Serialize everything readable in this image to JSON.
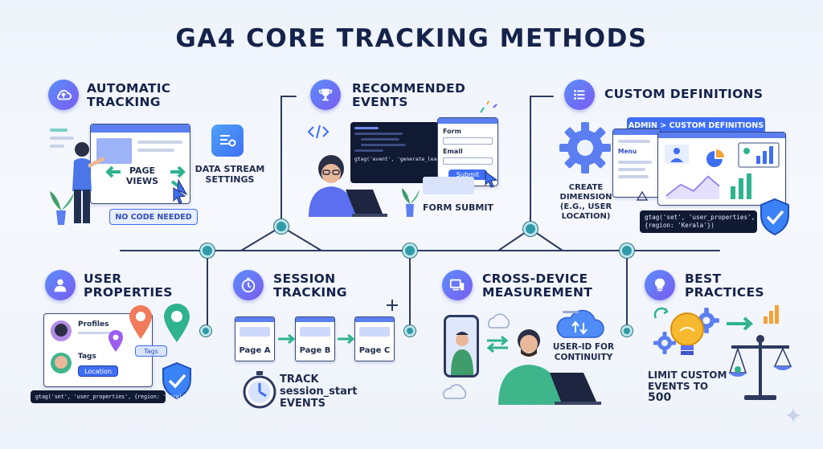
{
  "title": "GA4 CORE TRACKING METHODS",
  "sections": {
    "automatic": {
      "title_line1": "AUTOMATIC",
      "title_line2": "TRACKING",
      "page_views_line1": "PAGE",
      "page_views_line2": "VIEWS",
      "data_stream_line1": "DATA STREAM",
      "data_stream_line2": "SETTINGS",
      "no_code": "NO CODE NEEDED"
    },
    "recommended": {
      "title_line1": "RECOMMENDED",
      "title_line2": "EVENTS",
      "code_snippet": "gtag('event', 'generate_lead')",
      "form_label": "Form",
      "email_label": "Email",
      "submit_label": "Submit",
      "form_submit": "FORM SUBMIT"
    },
    "custom": {
      "title": "CUSTOM DEFINITIONS",
      "admin_path": "ADMIN > CUSTOM DEFINITIONS",
      "menu_label": "Menu",
      "create_dimension_line1": "CREATE",
      "create_dimension_line2": "DIMENSION",
      "create_dimension_line3": "(E.G., USER",
      "create_dimension_line4": "LOCATION)",
      "code_line1": "gtag('set', 'user_properties',",
      "code_line2": "{region: 'Kerala'})"
    },
    "user_properties": {
      "title_line1": "USER",
      "title_line2": "PROPERTIES",
      "profiles_label": "Profiles",
      "tags_label": "Tags",
      "tags_chip": "Tags",
      "location_chip": "Location",
      "code": "gtag('set', 'user_properties', {region: 'Kerala'})"
    },
    "session": {
      "title_line1": "SESSION",
      "title_line2": "TRACKING",
      "page_a": "Page A",
      "page_b": "Page B",
      "page_c": "Page C",
      "track_line1": "TRACK",
      "track_line2": "session_start",
      "track_line3": "EVENTS"
    },
    "cross_device": {
      "title_line1": "CROSS-DEVICE",
      "title_line2": "MEASUREMENT",
      "user_id_line1": "USER-ID FOR",
      "user_id_line2": "CONTINUITY"
    },
    "best_practices": {
      "title_line1": "BEST",
      "title_line2": "PRACTICES",
      "limit_line1": "LIMIT CUSTOM",
      "limit_line2": "EVENTS TO",
      "limit_line3": "500"
    }
  },
  "colors": {
    "accent_blue": "#3f6ef5",
    "accent_purple": "#7b5cf0",
    "node_teal": "#2f9aa8",
    "title_navy": "#15234b",
    "check_shield": "#3b82f6",
    "code_bg": "#101a33"
  },
  "icons": [
    "cloud-upload-icon",
    "trophy-icon",
    "list-icon",
    "user-icon",
    "timer-icon",
    "devices-icon",
    "lightbulb-icon",
    "gear-icon",
    "shield-check-icon",
    "location-pin-icon",
    "stopwatch-icon",
    "scale-icon",
    "bar-chart-icon",
    "sparkle-icon"
  ]
}
